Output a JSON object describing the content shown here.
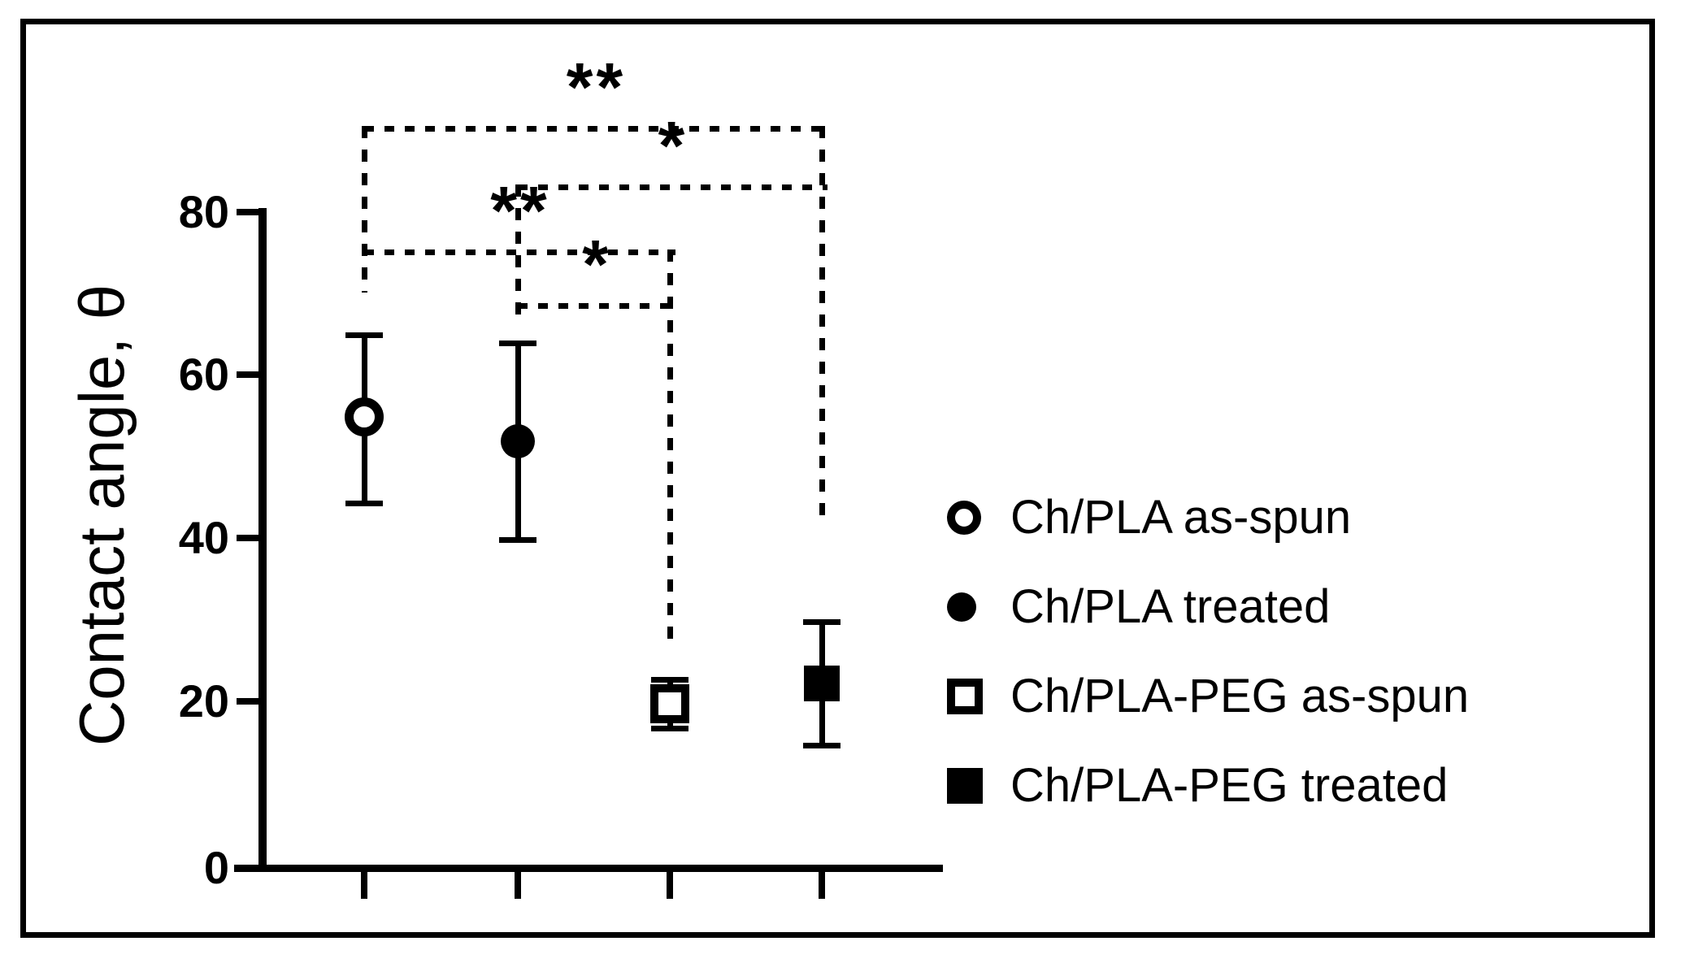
{
  "figure": {
    "background_color": "#ffffff",
    "ink_color": "#000000"
  },
  "y_axis": {
    "title": "Contact angle, θ",
    "tick_labels": [
      "80",
      "60",
      "40",
      "20",
      "0"
    ],
    "tick_values": [
      80,
      60,
      40,
      20,
      0
    ]
  },
  "legend": {
    "items": [
      {
        "label": "Ch/PLA as-spun",
        "marker": "circle-open"
      },
      {
        "label": "Ch/PLA treated",
        "marker": "circle-filled"
      },
      {
        "label": "Ch/PLA-PEG as-spun",
        "marker": "square-open"
      },
      {
        "label": "Ch/PLA-PEG treated",
        "marker": "square-filled"
      }
    ]
  },
  "chart_data": {
    "type": "scatter",
    "title": "",
    "xlabel": "",
    "ylabel": "Contact angle, θ",
    "ylim": [
      0,
      80
    ],
    "grid": false,
    "legend_position": "right",
    "categories": [
      "Ch/PLA as-spun",
      "Ch/PLA treated",
      "Ch/PLA-PEG as-spun",
      "Ch/PLA-PEG treated"
    ],
    "series": [
      {
        "name": "Ch/PLA as-spun",
        "marker": "circle-open",
        "mean": 55,
        "err_high": 65,
        "err_low": 44.5
      },
      {
        "name": "Ch/PLA treated",
        "marker": "circle-filled",
        "mean": 52,
        "err_high": 64,
        "err_low": 40
      },
      {
        "name": "Ch/PLA-PEG as-spun",
        "marker": "square-open",
        "mean": 20,
        "err_high": 23,
        "err_low": 17
      },
      {
        "name": "Ch/PLA-PEG treated",
        "marker": "square-filled",
        "mean": 22.5,
        "err_high": 30,
        "err_low": 15
      }
    ],
    "significance_brackets": [
      {
        "between_columns": [
          1,
          4
        ],
        "label": "**"
      },
      {
        "between_columns": [
          2,
          4
        ],
        "label": "*"
      },
      {
        "between_columns": [
          1,
          3
        ],
        "label": "**"
      },
      {
        "between_columns": [
          2,
          3
        ],
        "label": "*"
      }
    ]
  }
}
